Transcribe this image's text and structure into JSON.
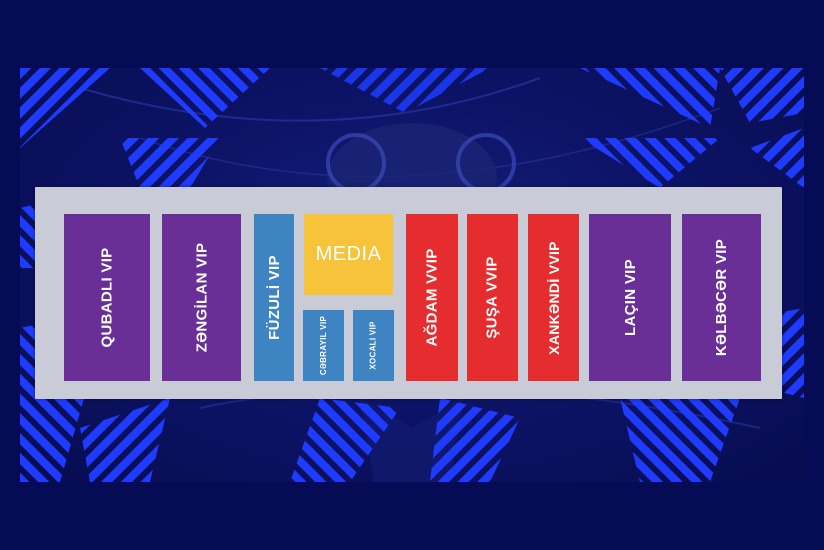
{
  "background": {
    "page_color": "#050b55",
    "poster_color": "#0d1468",
    "stripe_color": "#1f3cff",
    "plan_color": "#c9ccd6"
  },
  "sections": {
    "qubadli": {
      "label": "QUBADLI VIP",
      "color": "#6a2e97"
    },
    "zengilan": {
      "label": "ZƏNGİLAN VIP",
      "color": "#6a2e97"
    },
    "fuzuli": {
      "label": "FÜZULİ VIP",
      "color": "#3f84c2"
    },
    "media": {
      "label": "MEDIA",
      "color": "#f6c33a"
    },
    "cebrayil": {
      "label": "CƏBRAYIL VIP",
      "color": "#3f84c2"
    },
    "xocali": {
      "label": "XOCALI VIP",
      "color": "#3f84c2"
    },
    "agdam": {
      "label": "AĞDAM VVIP",
      "color": "#e52d2f"
    },
    "susa": {
      "label": "ŞUŞA VVIP",
      "color": "#e52d2f"
    },
    "xankendi": {
      "label": "XANKƏNDİ VVIP",
      "color": "#e52d2f"
    },
    "lacin": {
      "label": "LAÇIN VIP",
      "color": "#6a2e97"
    },
    "kelbecer": {
      "label": "KƏLBƏCƏR VIP",
      "color": "#6a2e97"
    }
  }
}
